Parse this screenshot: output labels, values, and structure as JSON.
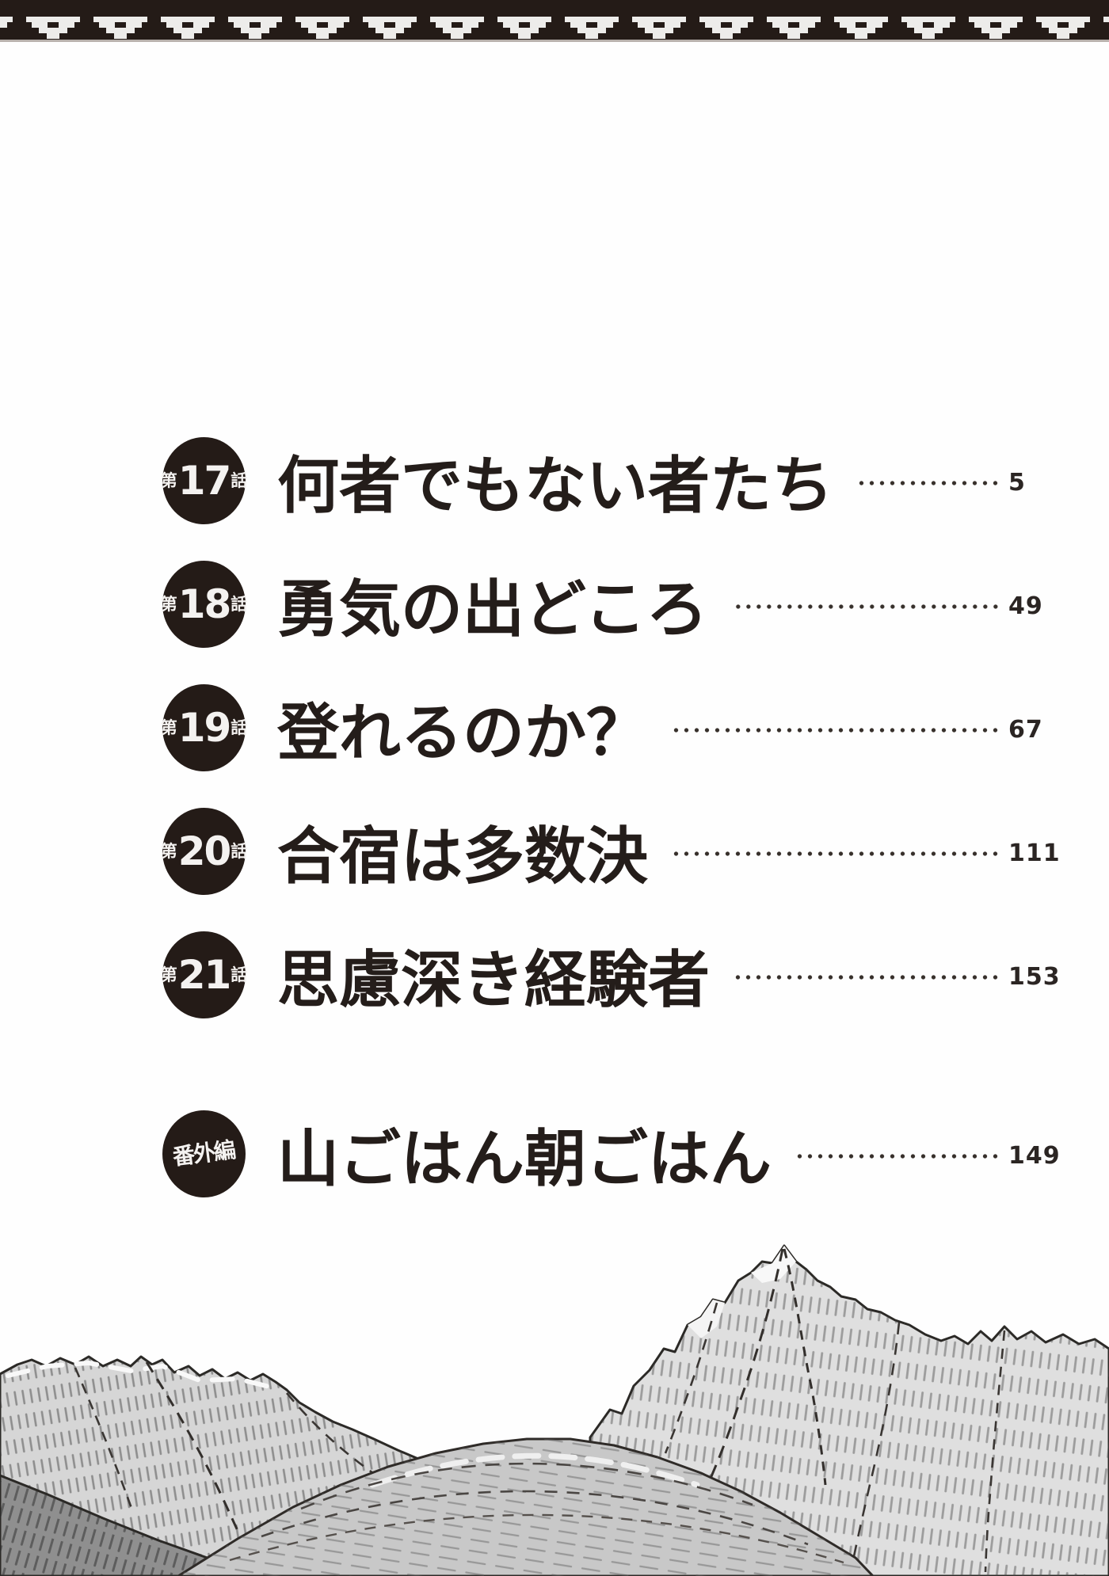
{
  "page": {
    "background": "#fefefe",
    "ink_color": "#241d1a",
    "band_color": "#241b17",
    "band_triangle_color": "#edecea",
    "leader_dot_color": "#37302b",
    "mountain_palette": {
      "outline": "#2b2926",
      "peak_fill": "#dfdfdf",
      "ridge_fill": "#d6d6d6",
      "dome_fill": "#c8c8c8",
      "dark_slope_fill": "#8f8f8f",
      "snow": "#f8f8f8"
    }
  },
  "toc": {
    "entries": [
      {
        "badge_prefix": "第",
        "badge_number": "17",
        "badge_suffix": "話",
        "badge_label": "",
        "title": "何者でもない者たち",
        "page_number": "5"
      },
      {
        "badge_prefix": "第",
        "badge_number": "18",
        "badge_suffix": "話",
        "badge_label": "",
        "title": "勇気の出どころ",
        "page_number": "49"
      },
      {
        "badge_prefix": "第",
        "badge_number": "19",
        "badge_suffix": "話",
        "badge_label": "",
        "title": "登れるのか？",
        "page_number": "67"
      },
      {
        "badge_prefix": "第",
        "badge_number": "20",
        "badge_suffix": "話",
        "badge_label": "",
        "title": "合宿は多数決",
        "page_number": "111"
      },
      {
        "badge_prefix": "第",
        "badge_number": "21",
        "badge_suffix": "話",
        "badge_label": "",
        "title": "思慮深き経験者",
        "page_number": "153"
      },
      {
        "badge_prefix": "",
        "badge_number": "",
        "badge_suffix": "",
        "badge_label": "番外編",
        "title": "山ごはん朝ごはん",
        "page_number": "149"
      }
    ]
  }
}
